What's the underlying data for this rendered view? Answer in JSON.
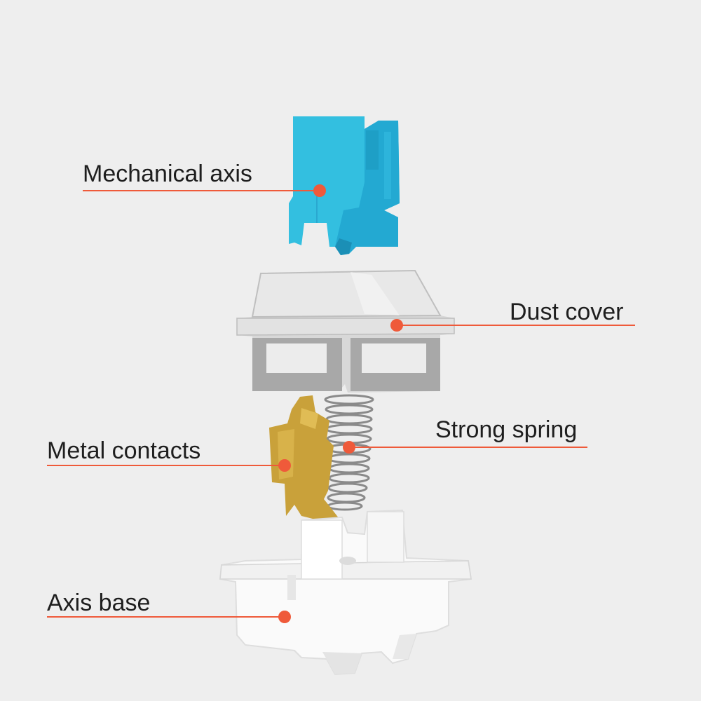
{
  "labels": {
    "mechanical_axis": "Mechanical axis",
    "dust_cover": "Dust cover",
    "strong_spring": "Strong spring",
    "metal_contacts": "Metal contacts",
    "axis_base": "Axis base"
  },
  "colors": {
    "background": "#eeeeee",
    "leader": "#ef5a3a",
    "stem": "#33bfe0",
    "stem_shade": "#1e9fc6",
    "housing_clear": "#d9d9d9",
    "housing_gray": "#a9a9a9",
    "contact_gold": "#caa23a",
    "spring": "#8a8a8a",
    "base_white": "#fafafa"
  }
}
